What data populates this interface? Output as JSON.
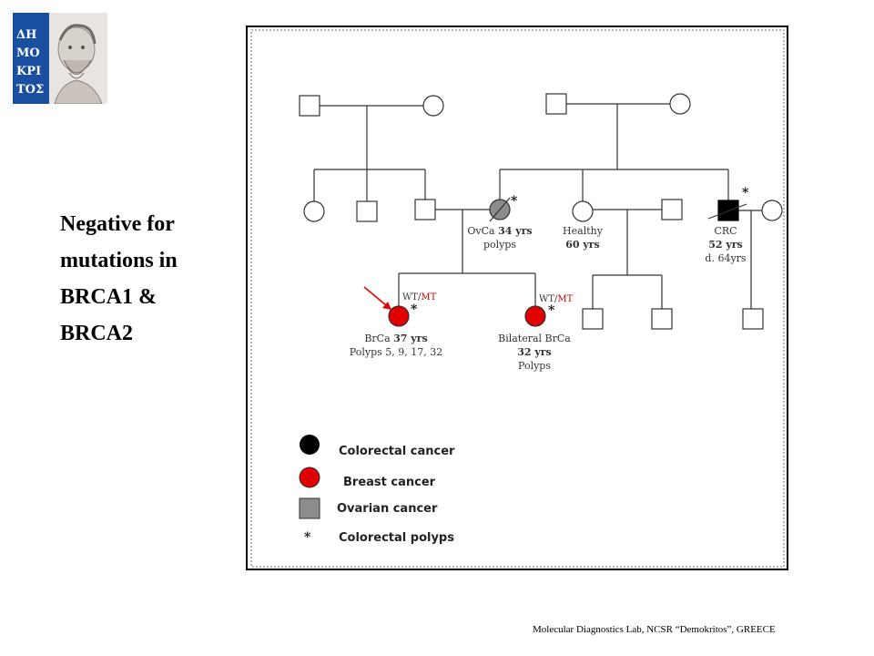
{
  "logo": {
    "letters": "ΔΗΜΟΚΡΙΤΟΣ"
  },
  "heading": {
    "lines": [
      "Negative for",
      "mutations in",
      "BRCA1 &",
      "BRCA2"
    ]
  },
  "pedigree": {
    "ovca": {
      "name": "OvCa",
      "age": "34 yrs",
      "note": "polyps"
    },
    "healthy": {
      "name": "Healthy",
      "age": "60 yrs"
    },
    "crc": {
      "name": "CRC",
      "age": "52 yrs",
      "death": "d. 64yrs"
    },
    "proband": {
      "genotype_wt": "WT/",
      "genotype_mt": "MT",
      "name": "BrCa",
      "age": "37 yrs",
      "note": "Polyps 5, 9, 17, 32"
    },
    "sibling": {
      "genotype_wt": "WT/",
      "genotype_mt": "MT",
      "name": "Bilateral BrCa",
      "age": "32 yrs",
      "note": "Polyps"
    },
    "polyp_marker": "*"
  },
  "legend": [
    {
      "label": "Colorectal cancer",
      "symbol": "black-circle"
    },
    {
      "label": "Breast cancer",
      "symbol": "red-circle"
    },
    {
      "label": "Ovarian cancer",
      "symbol": "gray-square"
    },
    {
      "label": "Colorectal polyps",
      "symbol": "asterisk"
    }
  ],
  "colors": {
    "breast_cancer": "#e00000",
    "colorectal_cancer": "#000000",
    "ovarian_cancer": "#8c8c8c",
    "genotype_mt": "#cc0000",
    "proband_arrow": "#e00000",
    "logo_blue": "#1a4fa0"
  },
  "footer": "Molecular Diagnostics Lab, NCSR “Demokritos”, GREECE"
}
